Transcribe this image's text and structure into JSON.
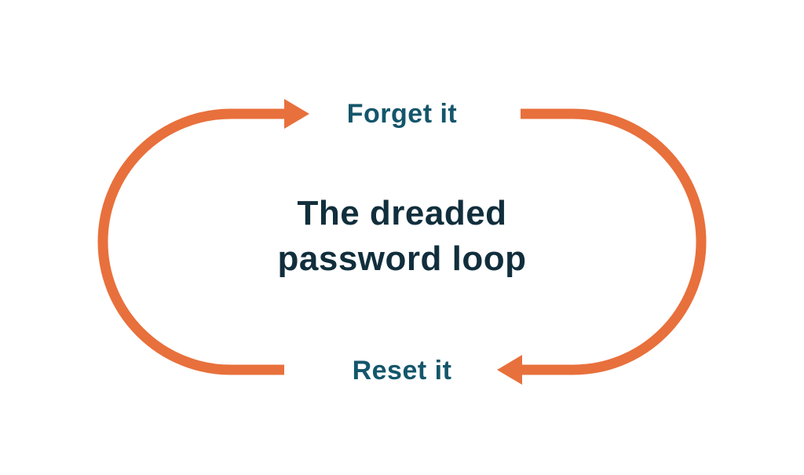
{
  "diagram": {
    "top_label": "Forget it",
    "title_line1": "The dreaded",
    "title_line2": "password loop",
    "bottom_label": "Reset it"
  },
  "colors": {
    "arrow": "#E8703C",
    "label_teal": "#14566B",
    "title_navy": "#112E3C",
    "background": "#FFFFFF"
  }
}
